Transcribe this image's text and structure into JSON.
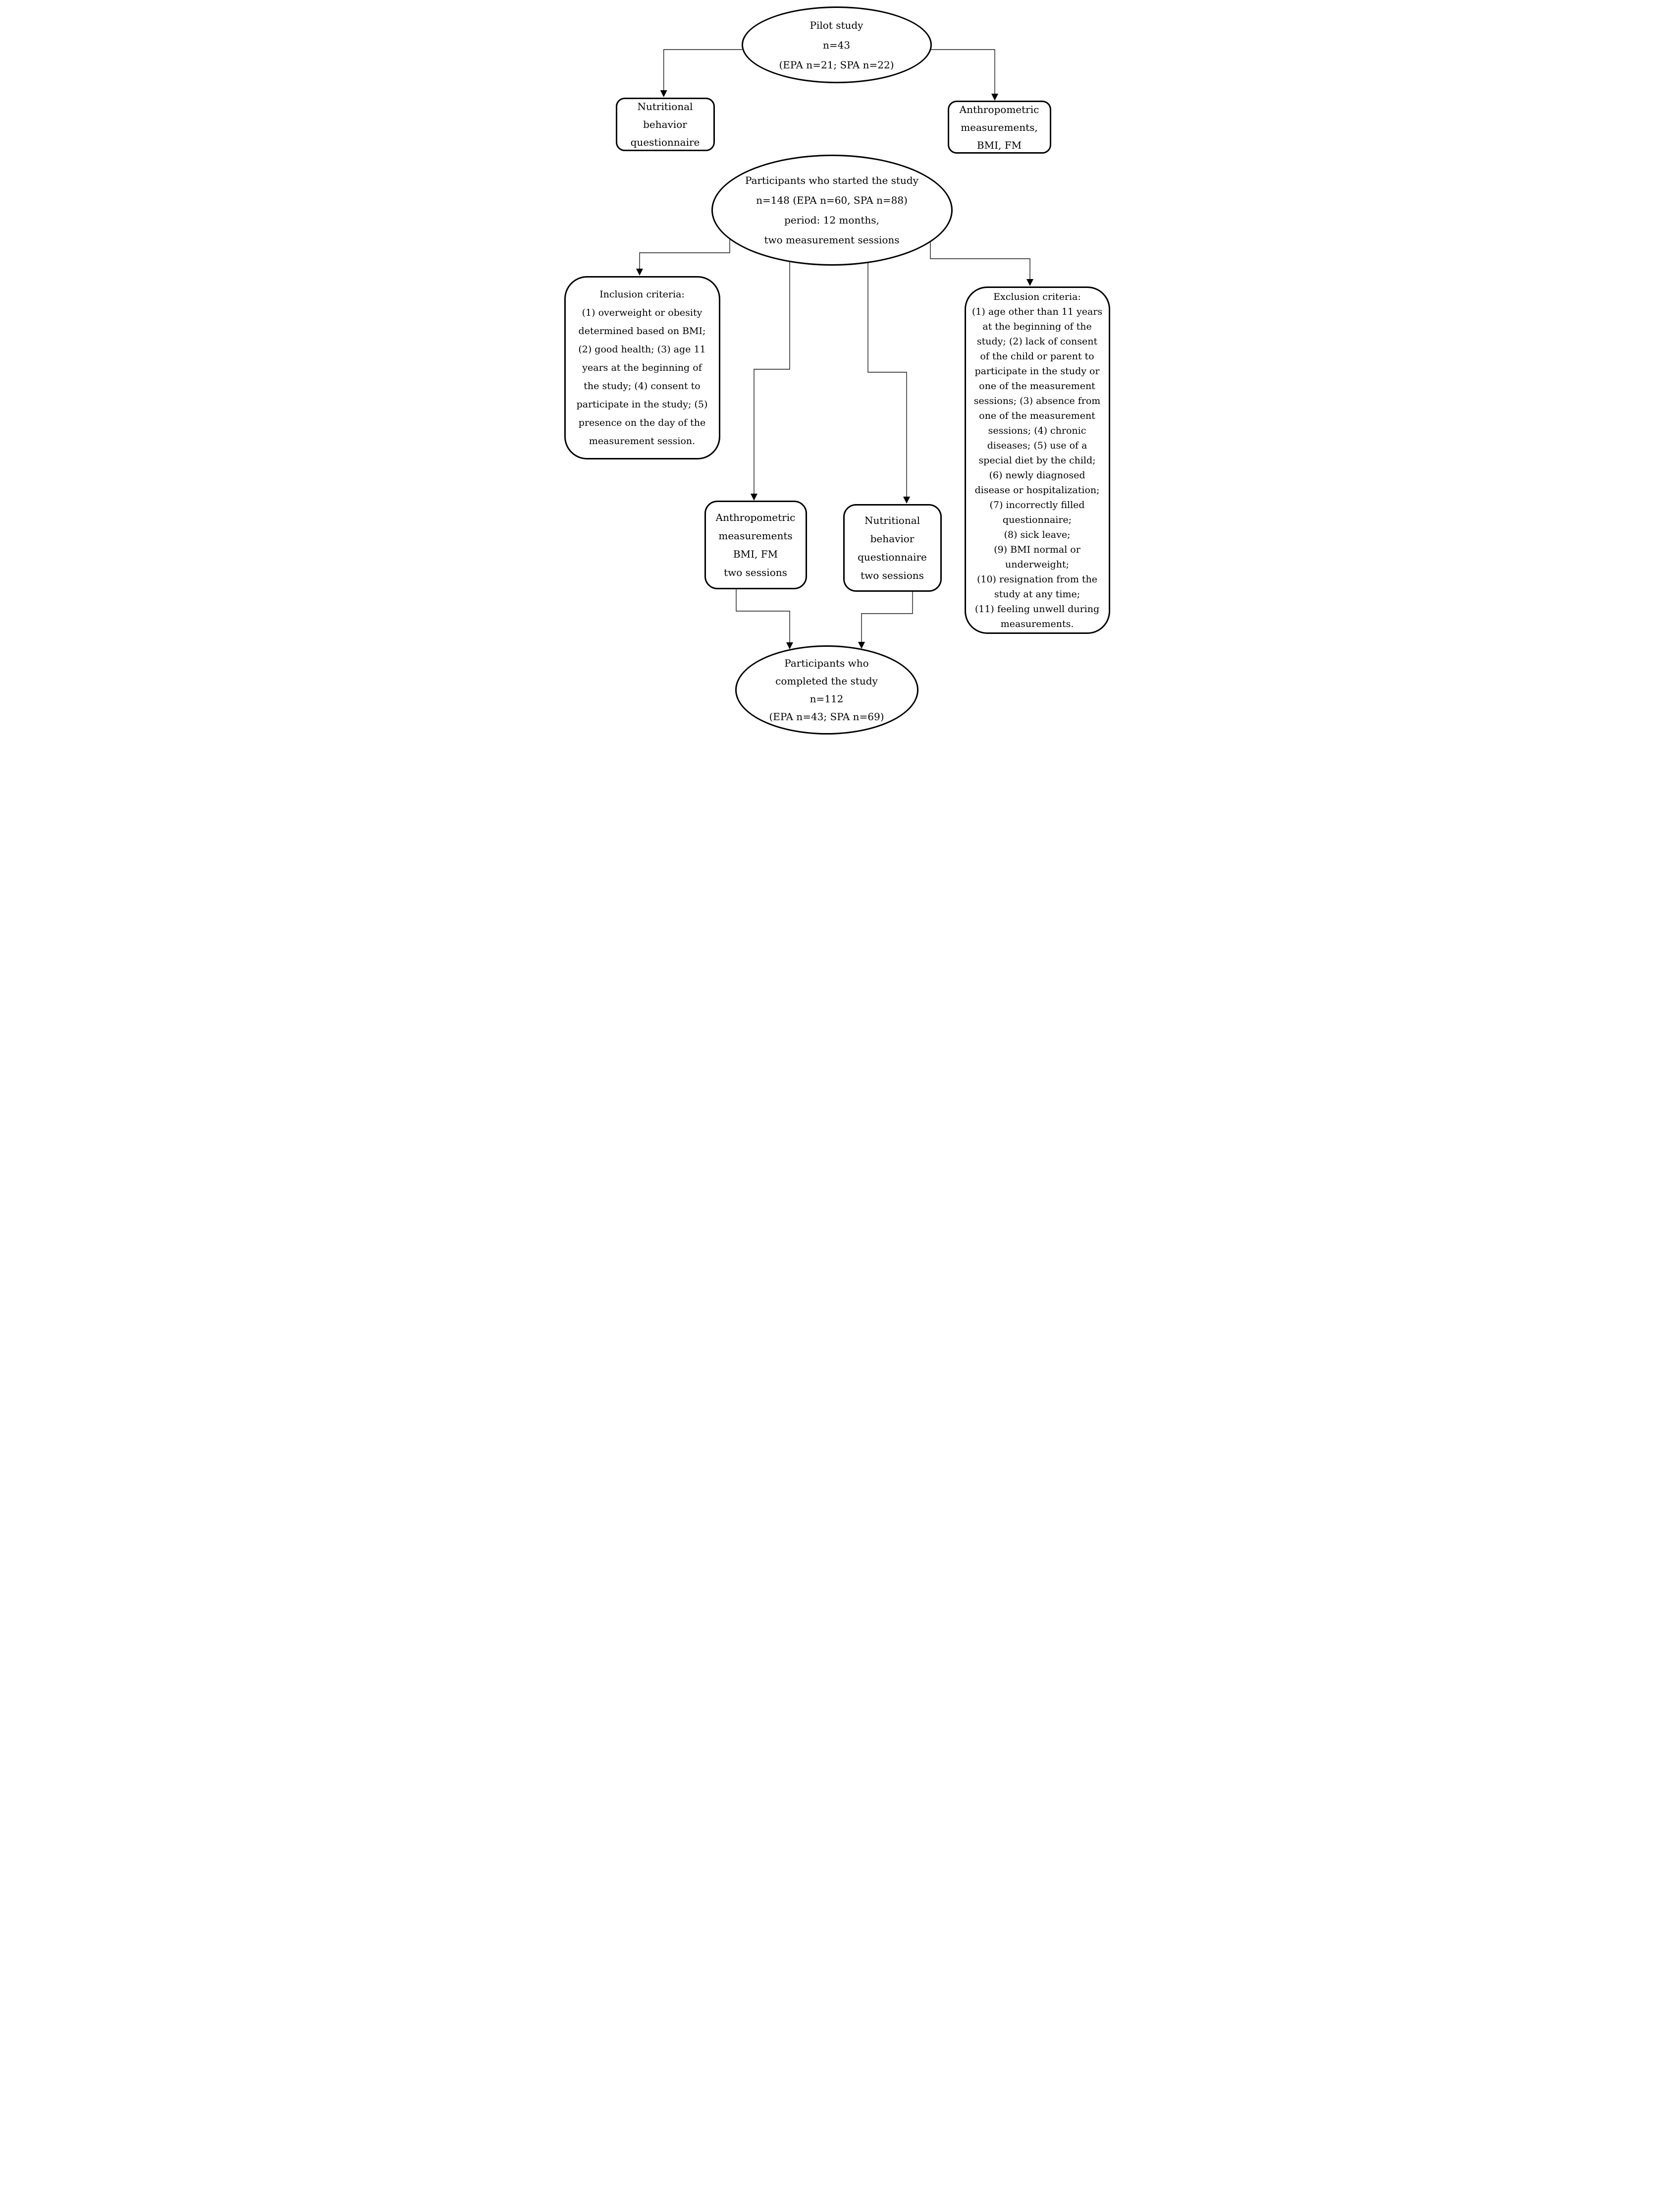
{
  "colors": {
    "stroke": "#000000",
    "connector": "#1a1a1a",
    "background": "#ffffff"
  },
  "nodes": {
    "pilot": {
      "shape": "ellipse",
      "lines": [
        "Pilot study",
        "n=43",
        "(EPA n=21; SPA n=22)"
      ]
    },
    "nutritional_questionnaire": {
      "shape": "rounded-rect",
      "lines": [
        "Nutritional",
        "behavior",
        "questionnaire"
      ]
    },
    "anthropometric_measurements": {
      "shape": "rounded-rect",
      "lines": [
        "Anthropometric",
        "measurements,",
        "BMI, FM"
      ]
    },
    "started": {
      "shape": "ellipse",
      "lines": [
        "Participants who started the study",
        "n=148 (EPA n=60, SPA n=88)",
        "period: 12 months,",
        "two measurement sessions"
      ]
    },
    "inclusion": {
      "shape": "rounded-rect",
      "lines": [
        "Inclusion criteria:",
        "(1) overweight or obesity",
        "determined based on BMI;",
        "(2) good health; (3) age 11",
        "years at the beginning of",
        "the study; (4) consent to",
        "participate in the study; (5)",
        "presence on the day of the",
        "measurement session."
      ]
    },
    "exclusion": {
      "shape": "rounded-rect",
      "lines": [
        "Exclusion criteria:",
        "(1) age other than 11 years",
        "at the beginning of the",
        "study; (2) lack of consent",
        "of the child or parent to",
        "participate in the study or",
        "one of the measurement",
        "sessions; (3) absence from",
        "one of the measurement",
        "sessions; (4) chronic",
        "diseases; (5) use of a",
        "special diet by the child;",
        "(6) newly diagnosed",
        "disease or hospitalization;",
        "(7) incorrectly filled",
        "questionnaire;",
        "(8) sick leave;",
        "(9) BMI normal or",
        "underweight;",
        "(10) resignation from the",
        "study at any time;",
        "(11) feeling unwell during",
        "measurements."
      ]
    },
    "anthropometric_sessions": {
      "shape": "rounded-rect",
      "lines": [
        "Anthropometric",
        "measurements",
        "BMI, FM",
        "two sessions"
      ]
    },
    "nutritional_sessions": {
      "shape": "rounded-rect",
      "lines": [
        "Nutritional",
        "behavior",
        "questionnaire",
        "two sessions"
      ]
    },
    "completed": {
      "shape": "ellipse",
      "lines": [
        "Participants who",
        "completed the study",
        "n=112",
        "(EPA n=43; SPA n=69)"
      ]
    }
  }
}
